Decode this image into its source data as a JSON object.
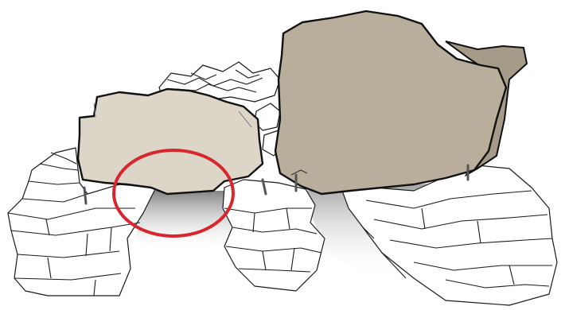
{
  "figure": {
    "colors": {
      "background": "#ffffff",
      "outline": "#1a1a1a",
      "left_boulder_fill": "#ddd5c8",
      "right_boulder_fill": "#b9ad9c",
      "right_boulder_side": "#a69a88",
      "shadow": "#8a8a8a",
      "highlight_ring": "#d7262c"
    },
    "elements": [
      "rubble-pile",
      "left-stone-stack",
      "center-stone-stack",
      "right-stone-stack",
      "left-boulder",
      "right-boulder",
      "support-pins",
      "highlight-ring"
    ]
  }
}
